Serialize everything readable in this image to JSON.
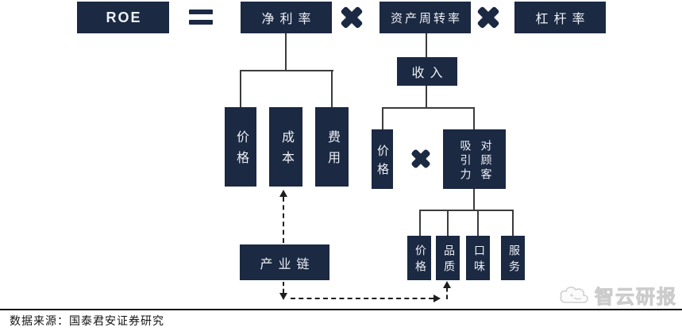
{
  "formula_row": {
    "roe": "ROE",
    "equals": "=",
    "multiply": "×",
    "net_profit_margin": "净利率",
    "asset_turnover": "资产周转率",
    "leverage": "杠杆率"
  },
  "net_margin_branch": {
    "price": "价格",
    "cost": "成本",
    "expense": "费用"
  },
  "turnover_branch": {
    "revenue": "收入",
    "price": "价格",
    "multiply": "×",
    "attractiveness": "对顾客\n吸引力",
    "factors": {
      "price": "价格",
      "quality": "品质",
      "taste": "口味",
      "service": "服务"
    }
  },
  "industry_chain": {
    "label": "产业链"
  },
  "footer": {
    "source": "数据来源：国泰君安证券研究"
  },
  "watermark": {
    "brand": "智云研报"
  },
  "colors": {
    "box_fill": "#1b2942",
    "box_text": "#edf0f6",
    "connector": "#3c3c3c",
    "dashed_arrow": "#1e1e1e",
    "watermark": "#d6d6d6",
    "background": "#ffffff"
  }
}
